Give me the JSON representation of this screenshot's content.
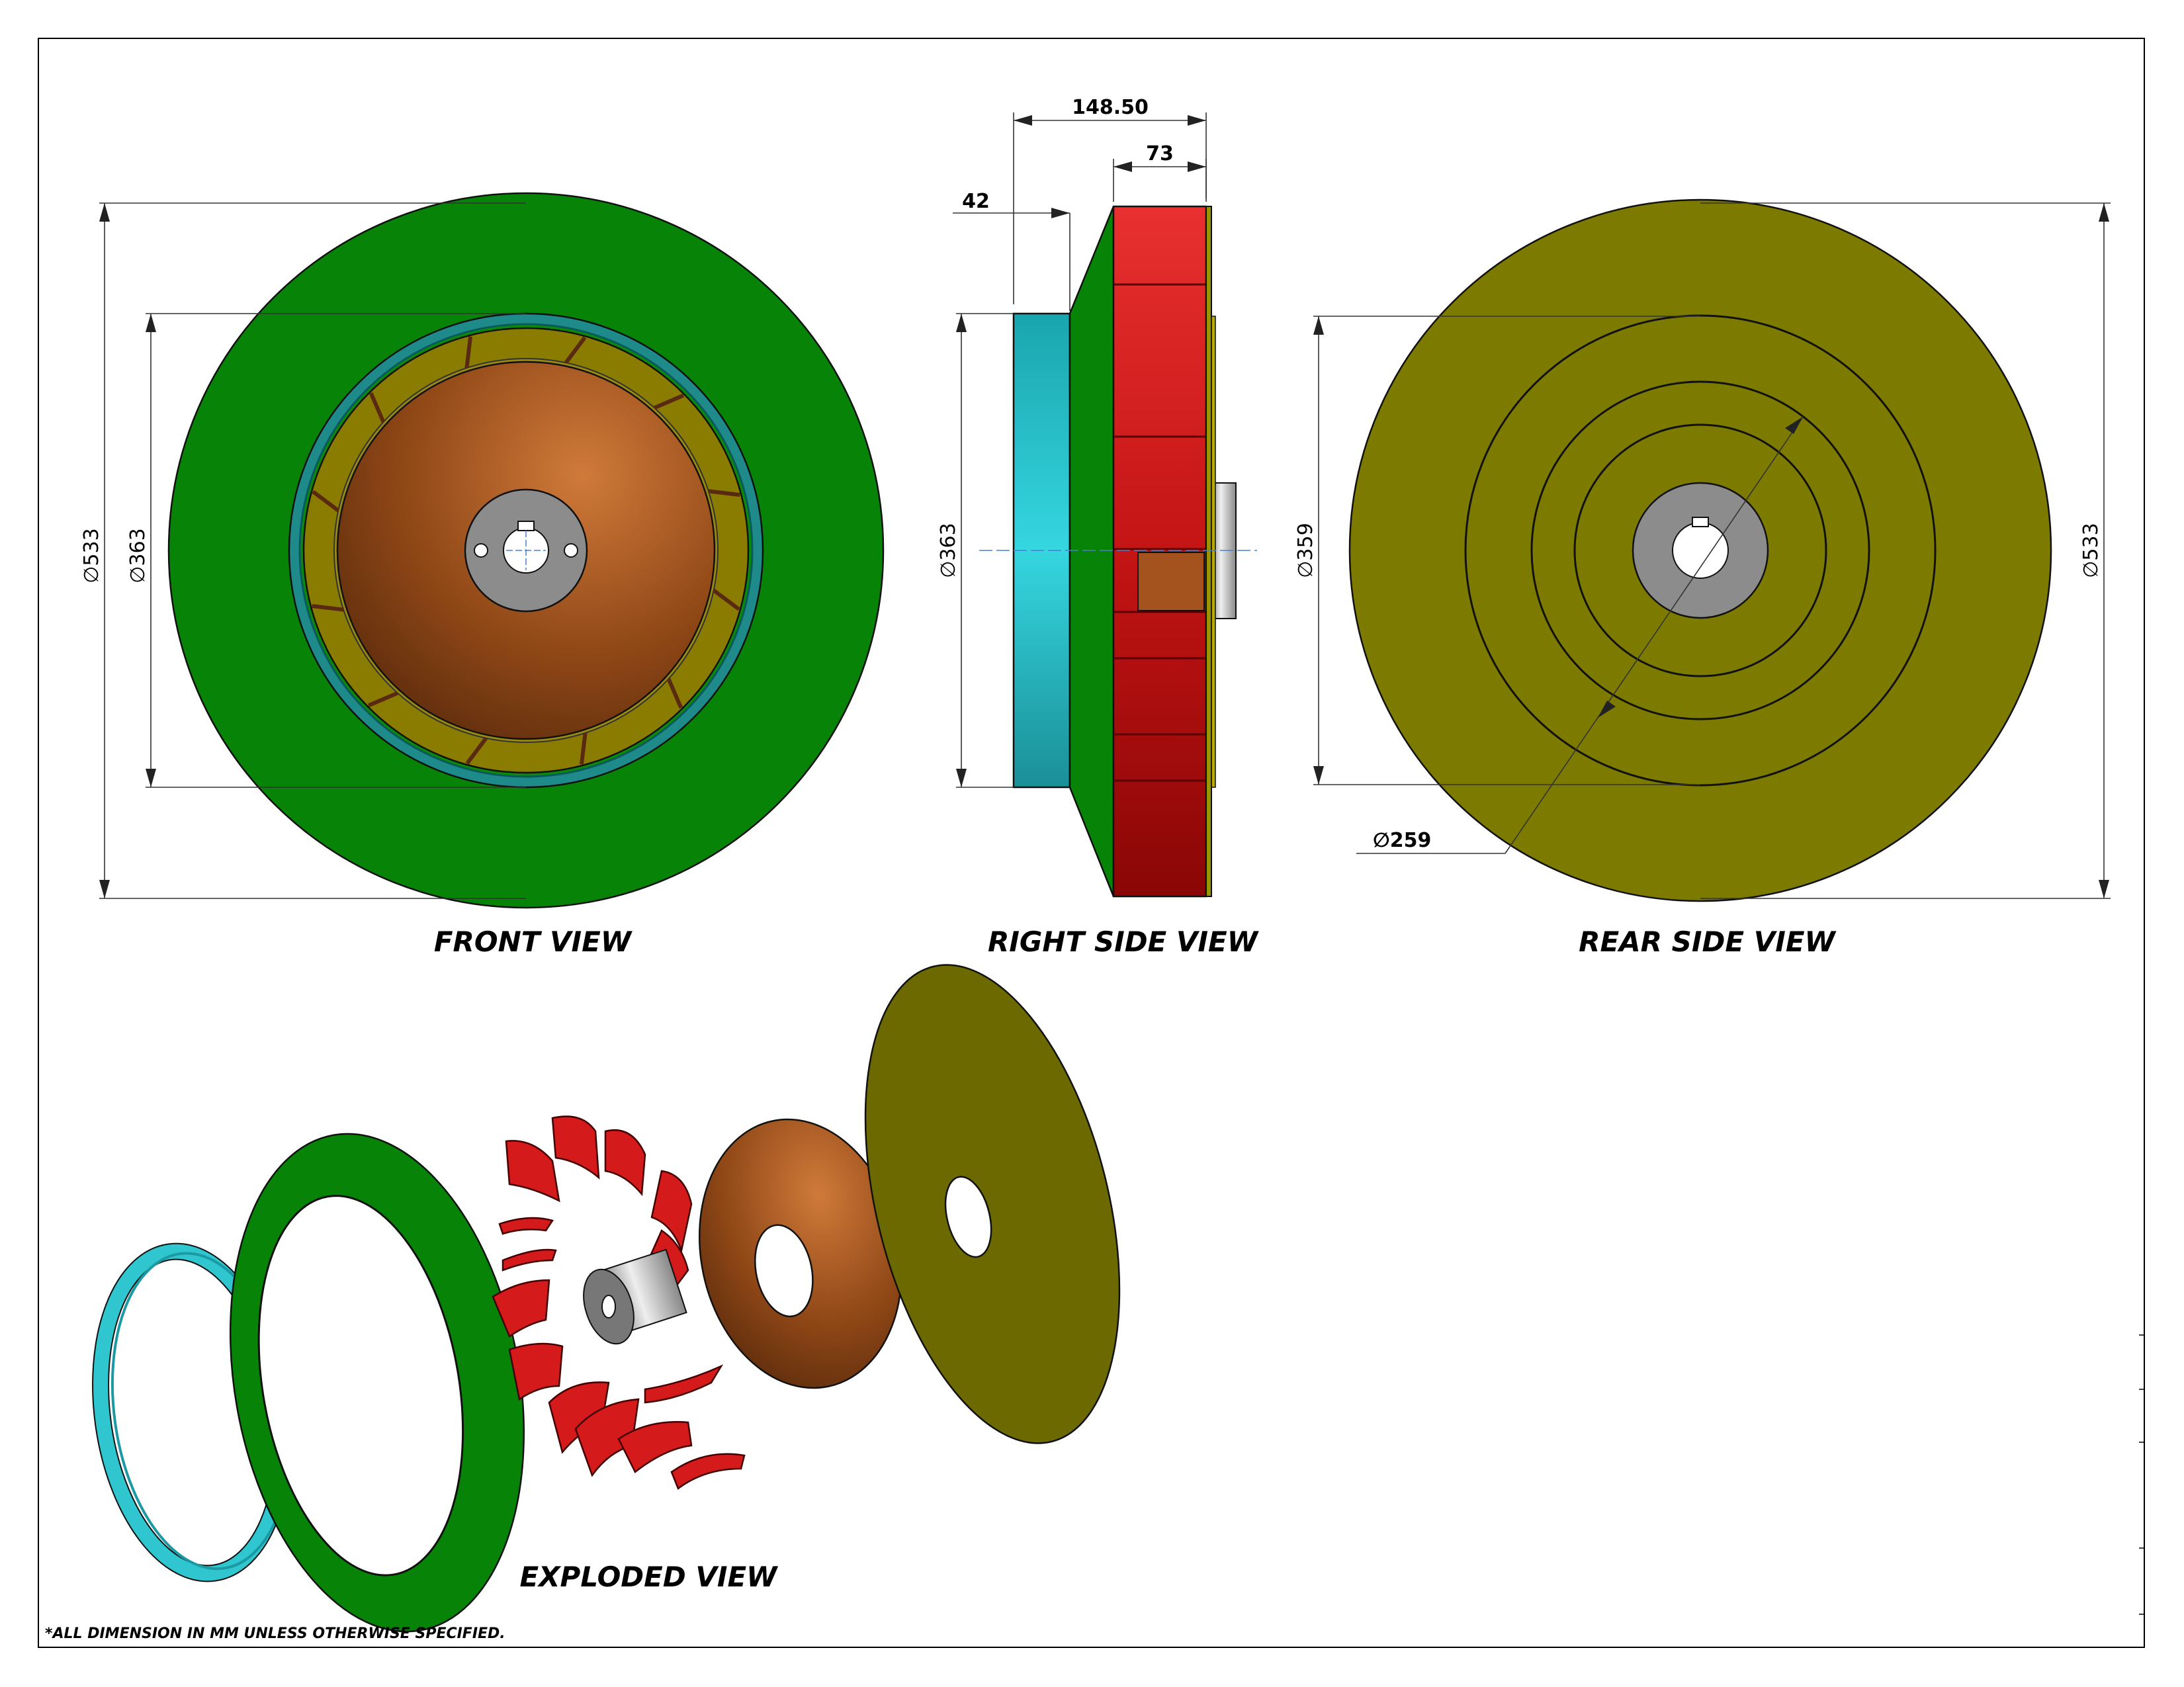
{
  "views": {
    "front": {
      "title": "FRONT VIEW",
      "dim_outer": "533",
      "dim_inner": "363"
    },
    "right_side": {
      "title": "RIGHT SIDE VIEW",
      "dim_overall": "148.50",
      "dim_blades": "73",
      "dim_inlet": "42",
      "dim_inlet_dia": "363"
    },
    "rear_side": {
      "title": "REAR SIDE VIEW",
      "dim_inner": "359",
      "dim_outer": "533",
      "dim_ring": "259"
    },
    "exploded": {
      "title": "EXPLODED VIEW"
    }
  },
  "note": "*ALL DIMENSION IN MM UNLESS OTHERWISE SPECIFIED.",
  "diameter_symbol": "∅",
  "colors": {
    "shroud_green": "#0a8a0a",
    "inlet_ring_cyan": "#23b8c4",
    "blade_red": "#d41a1a",
    "cone_copper": "#a4521e",
    "backplate_olive": "#7d7a00",
    "hub_grey": "#8a8a8a"
  },
  "icons": [
    "diameter-symbol-icon"
  ]
}
